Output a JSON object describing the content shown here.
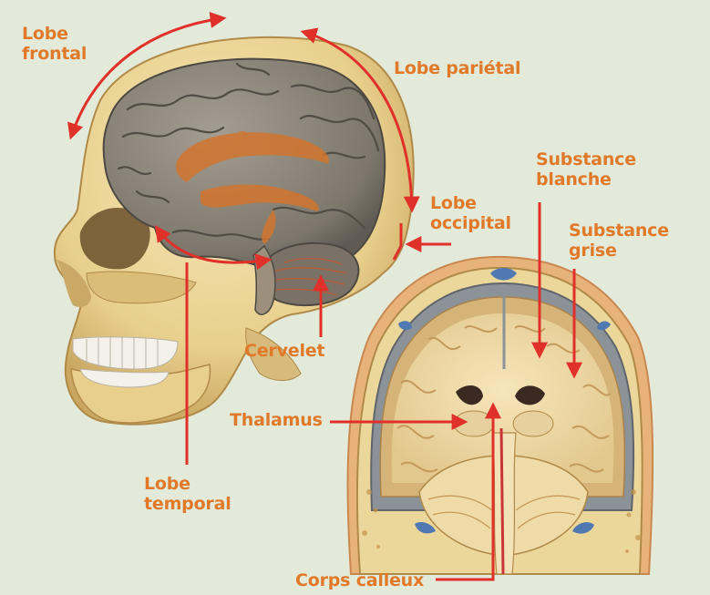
{
  "labels": {
    "lobe_frontal": "Lobe\nfrontal",
    "lobe_parietal": "Lobe pariétal",
    "lobe_occipital": "Lobe\noccipital",
    "substance_blanche": "Substance\nblanche",
    "substance_grise": "Substance\ngrise",
    "cervelet": "Cervelet",
    "thalamus": "Thalamus",
    "lobe_temporal": "Lobe\ntemporal",
    "corps_calleux": "Corps calleux"
  },
  "colors": {
    "background": "#e3ead9",
    "label_text": "#e07a2a",
    "arrow": "#e0302a",
    "bone": "#ecd79a",
    "brain_gray": "#8a8478",
    "white_matter": "#f1dcaa",
    "ventricle": "#d2752e"
  }
}
